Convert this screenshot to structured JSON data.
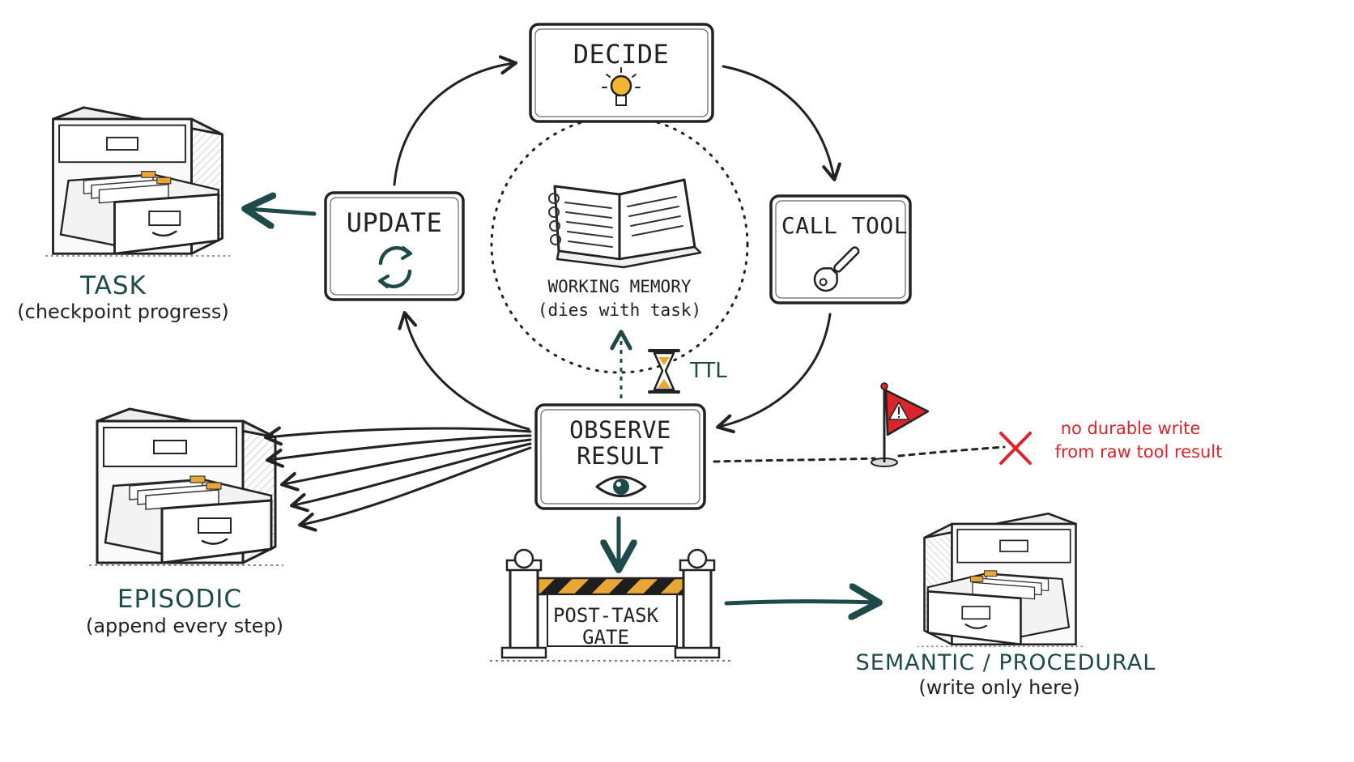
{
  "nodes": {
    "decide": "DECIDE",
    "call_tool": "CALL TOOL",
    "observe_line1": "OBSERVE",
    "observe_line2": "RESULT",
    "update": "UPDATE"
  },
  "working_memory": {
    "line1": "WORKING MEMORY",
    "line2": "(dies with task)"
  },
  "ttl": "TTL",
  "stores": {
    "task": {
      "name": "TASK",
      "note": "(checkpoint progress)"
    },
    "episodic": {
      "name": "EPISODIC",
      "note": "(append every step)"
    },
    "semantic": {
      "name": "SEMANTIC / PROCEDURAL",
      "note": "(write only here)"
    }
  },
  "gate": {
    "line1": "POST-TASK",
    "line2": "GATE"
  },
  "warning": {
    "line1": "no durable write",
    "line2": "from raw tool result"
  },
  "colors": {
    "ink": "#222222",
    "teal": "#1f4a4a",
    "warning_red": "#d9252b",
    "folder_yellow": "#e8a735",
    "bulb_yellow": "#f2b632"
  },
  "icons": [
    "lightbulb-icon",
    "wrench-icon",
    "eye-icon",
    "refresh-icon",
    "open-book-icon",
    "hourglass-icon",
    "warning-flag-icon",
    "x-mark-icon",
    "filing-cabinet-icon"
  ]
}
